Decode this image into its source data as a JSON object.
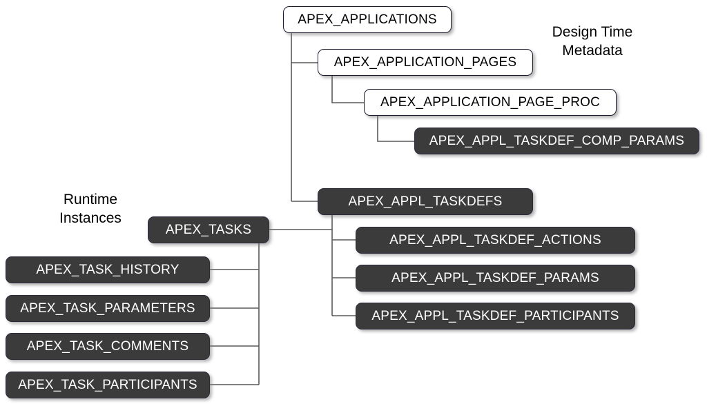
{
  "diagram": {
    "title_visible": false,
    "colors": {
      "light_box_fill": "#ffffff",
      "light_box_border": "#1c1c2e",
      "light_box_text": "#000000",
      "dark_box_fill": "#3b3b3b",
      "dark_box_border": "#2b2b3c",
      "dark_box_text": "#ffffff",
      "connector": "#595959",
      "background": "#ffffff"
    },
    "captions": [
      {
        "id": "design-time",
        "line1": "Design Time",
        "line2": "Metadata"
      },
      {
        "id": "runtime",
        "line1": "Runtime",
        "line2": "Instances"
      }
    ],
    "nodes": [
      {
        "id": "apex-applications",
        "label": "APEX_APPLICATIONS",
        "style": "light"
      },
      {
        "id": "apex-application-pages",
        "label": "APEX_APPLICATION_PAGES",
        "style": "light"
      },
      {
        "id": "apex-application-page-proc",
        "label": "APEX_APPLICATION_PAGE_PROC",
        "style": "light"
      },
      {
        "id": "apex-appl-taskdef-comp-params",
        "label": "APEX_APPL_TASKDEF_COMP_PARAMS",
        "style": "dark"
      },
      {
        "id": "apex-appl-taskdefs",
        "label": "APEX_APPL_TASKDEFS",
        "style": "dark"
      },
      {
        "id": "apex-appl-taskdef-actions",
        "label": "APEX_APPL_TASKDEF_ACTIONS",
        "style": "dark"
      },
      {
        "id": "apex-appl-taskdef-params",
        "label": "APEX_APPL_TASKDEF_PARAMS",
        "style": "dark"
      },
      {
        "id": "apex-appl-taskdef-participants",
        "label": "APEX_APPL_TASKDEF_PARTICIPANTS",
        "style": "dark"
      },
      {
        "id": "apex-tasks",
        "label": "APEX_TASKS",
        "style": "dark"
      },
      {
        "id": "apex-task-history",
        "label": "APEX_TASK_HISTORY",
        "style": "dark"
      },
      {
        "id": "apex-task-parameters",
        "label": "APEX_TASK_PARAMETERS",
        "style": "dark"
      },
      {
        "id": "apex-task-comments",
        "label": "APEX_TASK_COMMENTS",
        "style": "dark"
      },
      {
        "id": "apex-task-participants",
        "label": "APEX_TASK_PARTICIPANTS",
        "style": "dark"
      }
    ],
    "relationships": [
      {
        "parent": "apex-applications",
        "child": "apex-application-pages"
      },
      {
        "parent": "apex-applications",
        "child": "apex-appl-taskdefs"
      },
      {
        "parent": "apex-application-pages",
        "child": "apex-application-page-proc"
      },
      {
        "parent": "apex-application-page-proc",
        "child": "apex-appl-taskdef-comp-params"
      },
      {
        "parent": "apex-appl-taskdefs",
        "child": "apex-appl-taskdef-actions"
      },
      {
        "parent": "apex-appl-taskdefs",
        "child": "apex-appl-taskdef-params"
      },
      {
        "parent": "apex-appl-taskdefs",
        "child": "apex-appl-taskdef-participants"
      },
      {
        "parent": "apex-appl-taskdefs",
        "child": "apex-tasks"
      },
      {
        "parent": "apex-tasks",
        "child": "apex-task-history"
      },
      {
        "parent": "apex-tasks",
        "child": "apex-task-parameters"
      },
      {
        "parent": "apex-tasks",
        "child": "apex-task-comments"
      },
      {
        "parent": "apex-tasks",
        "child": "apex-task-participants"
      }
    ]
  }
}
